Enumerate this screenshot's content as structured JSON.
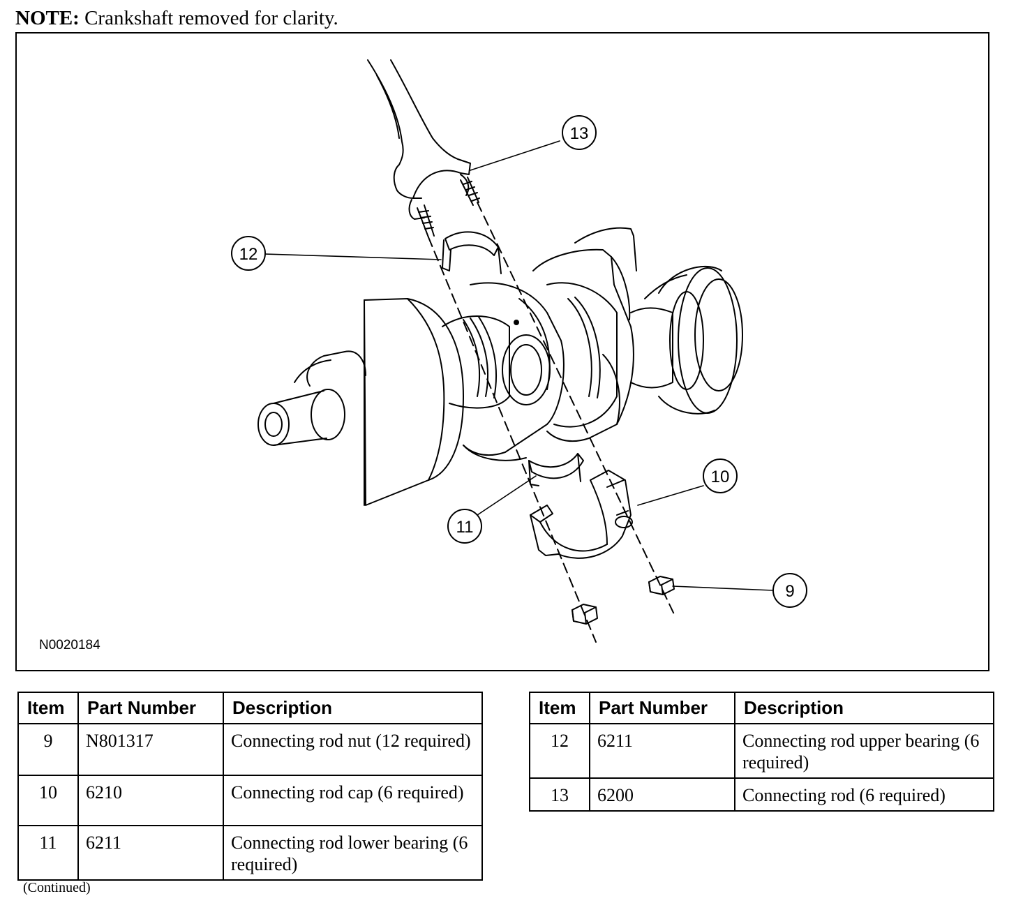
{
  "note": {
    "label": "NOTE:",
    "text": "Crankshaft removed for clarity."
  },
  "figure": {
    "id": "N0020184",
    "callouts": [
      "9",
      "10",
      "11",
      "12",
      "13"
    ]
  },
  "table_headers": {
    "item": "Item",
    "part_number": "Part Number",
    "description": "Description"
  },
  "table_left_rows": [
    {
      "item": "9",
      "part_number": "N801317",
      "description": "Connecting rod nut (12 required)"
    },
    {
      "item": "10",
      "part_number": "6210",
      "description": "Connecting rod cap (6 required)"
    },
    {
      "item": "11",
      "part_number": "6211",
      "description": "Connecting rod lower bearing (6 required)"
    }
  ],
  "table_right_rows": [
    {
      "item": "12",
      "part_number": "6211",
      "description": "Connecting rod upper bearing (6 required)"
    },
    {
      "item": "13",
      "part_number": "6200",
      "description": "Connecting rod (6 required)"
    }
  ],
  "continued": "(Continued)"
}
